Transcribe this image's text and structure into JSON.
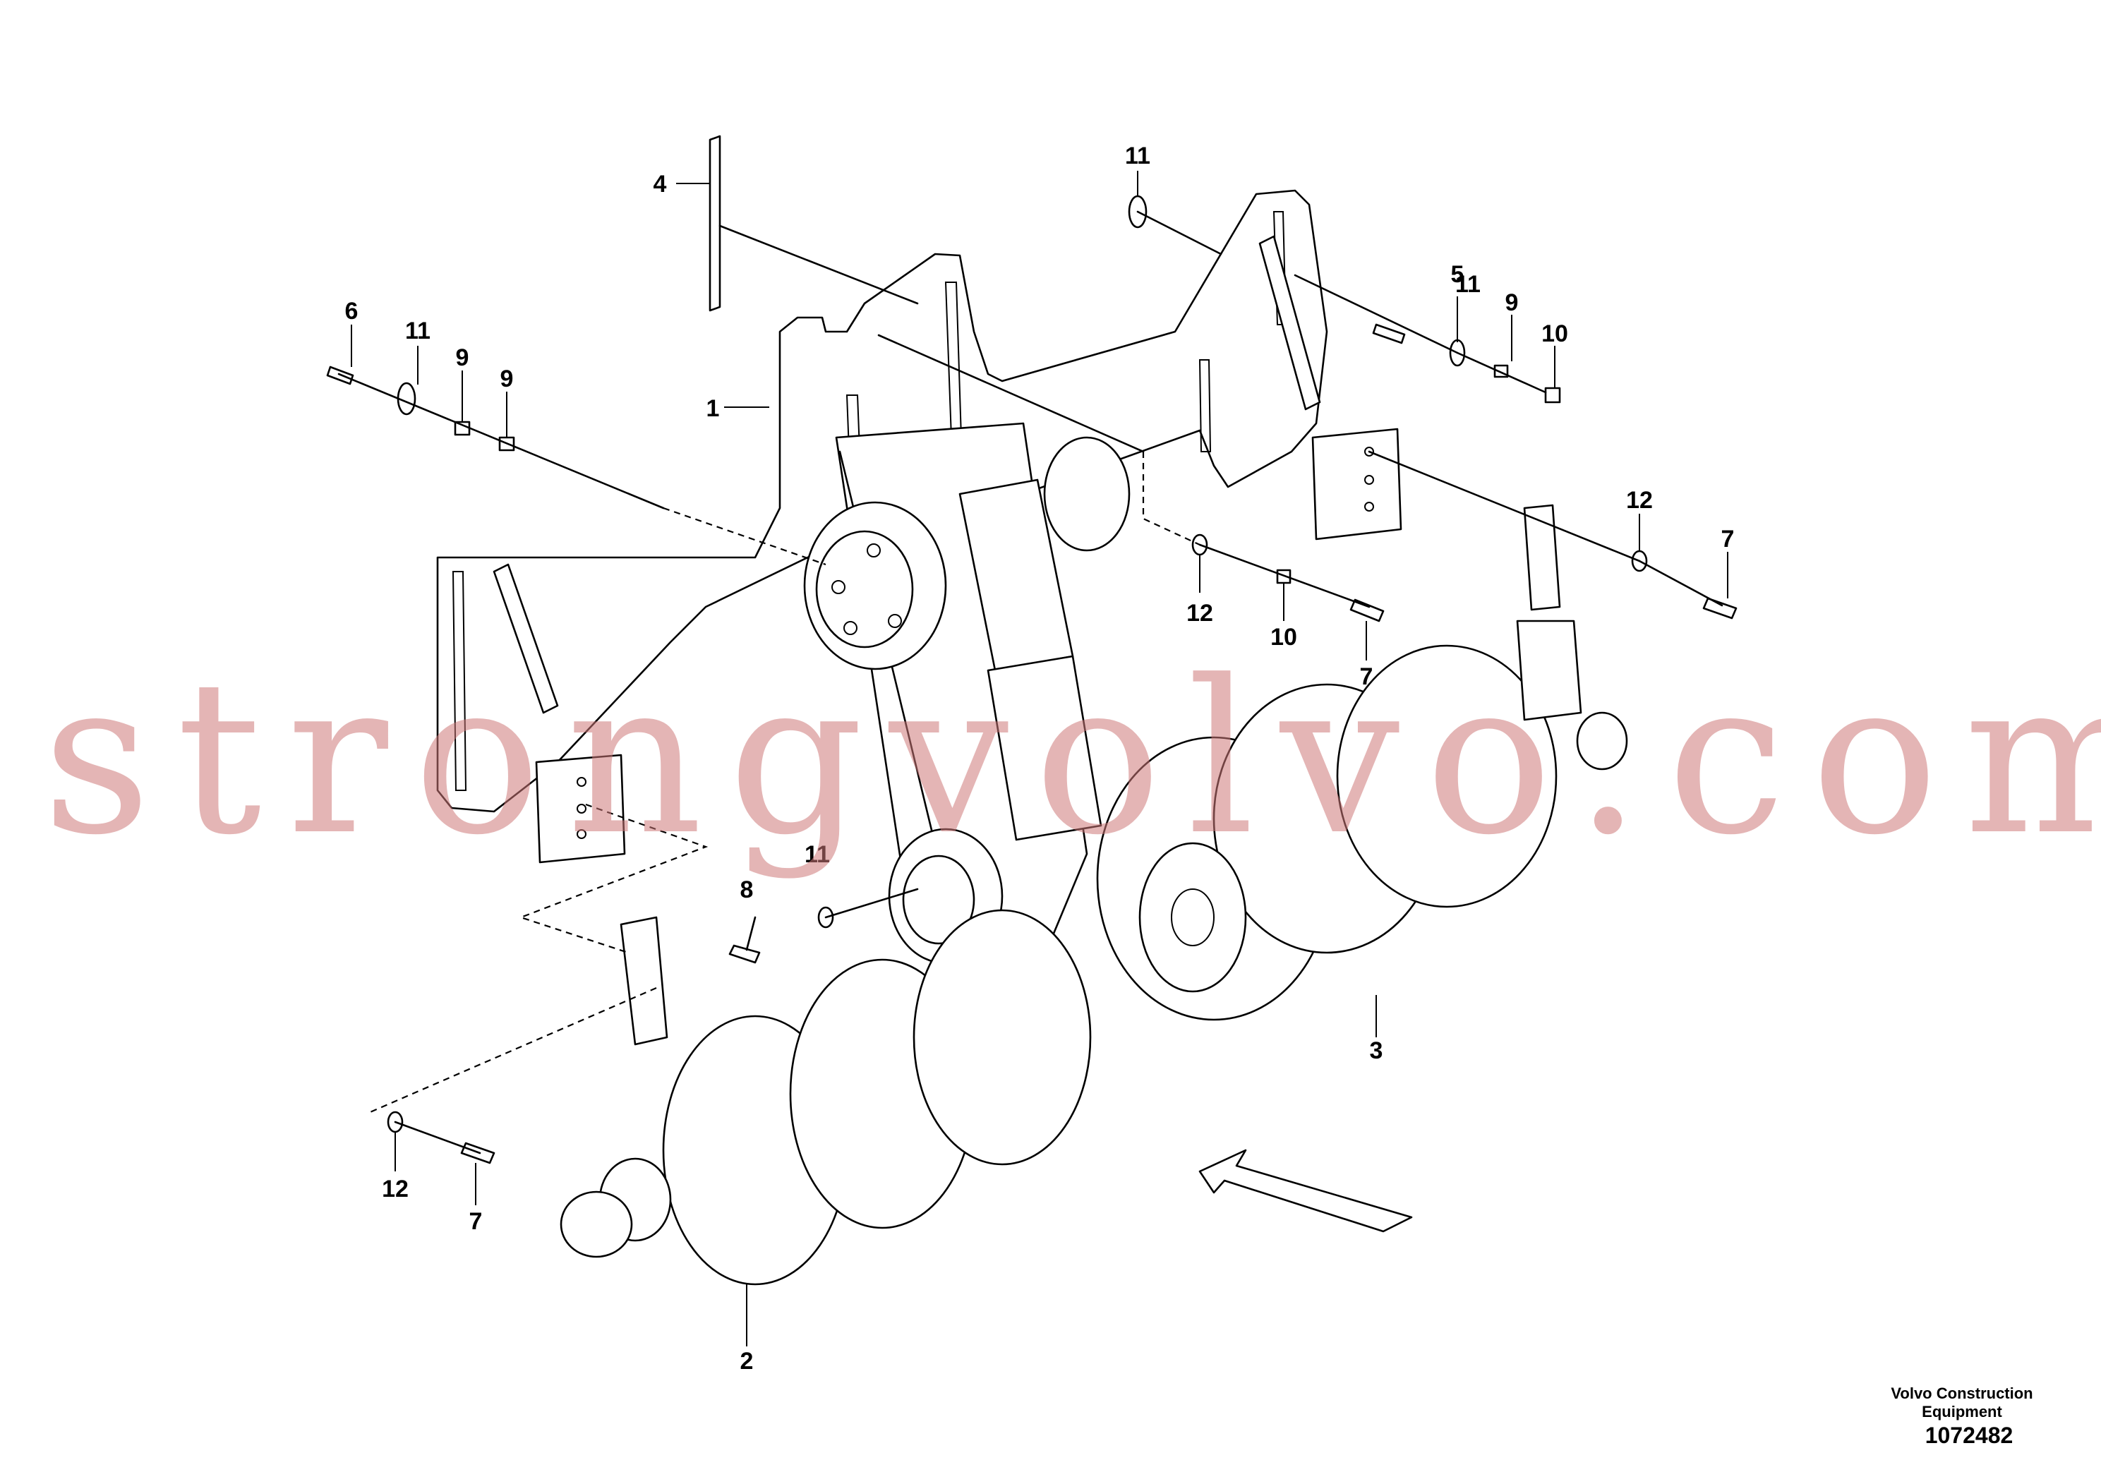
{
  "diagram": {
    "callouts": {
      "c1": "1",
      "c2": "2",
      "c3": "3",
      "c4": "4",
      "c5": "5",
      "c6": "6",
      "c7a": "7",
      "c7b": "7",
      "c7c": "7",
      "c8": "8",
      "c9a": "9",
      "c9b": "9",
      "c9c": "9",
      "c10a": "10",
      "c10b": "10",
      "c11a": "11",
      "c11b": "11",
      "c11c": "11",
      "c11d": "11",
      "c12a": "12",
      "c12b": "12",
      "c12c": "12"
    }
  },
  "footer": {
    "company_line1": "Volvo Construction",
    "company_line2": "Equipment",
    "drawing_number": "1072482"
  },
  "watermark": {
    "text": "strongvolvo.com"
  }
}
